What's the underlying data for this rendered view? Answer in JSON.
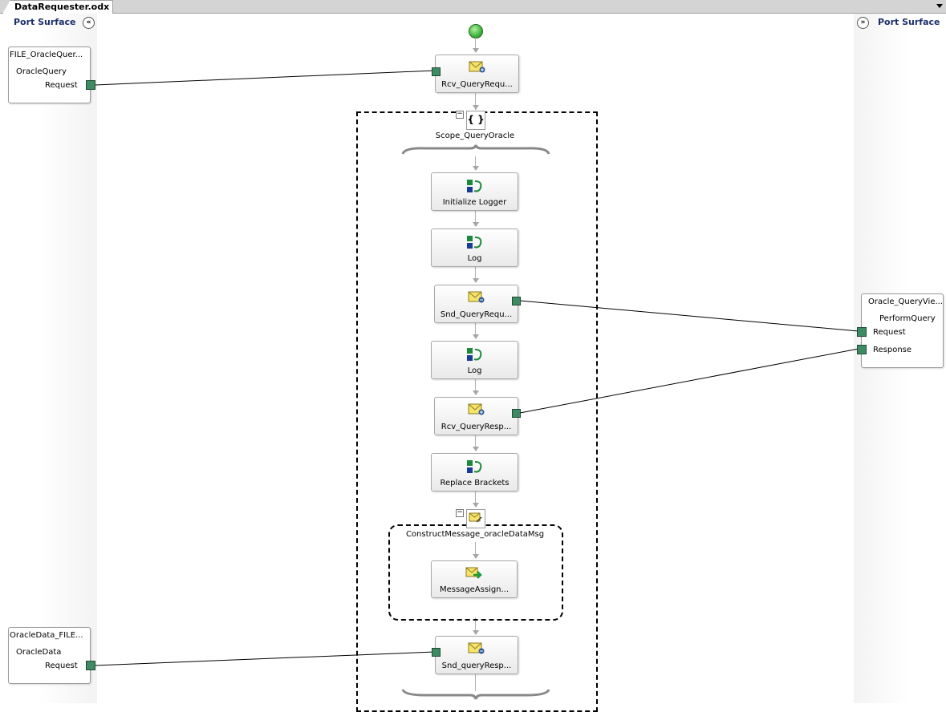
{
  "tab": {
    "label": "DataRequester.odx"
  },
  "left_port_surface": {
    "title": "Port Surface",
    "ports": [
      {
        "name": "FILE_OracleQuer...",
        "operation": "OracleQuery",
        "message": "Request"
      },
      {
        "name": "OracleData_FILE...",
        "operation": "OracleData",
        "message": "Request"
      }
    ]
  },
  "right_port_surface": {
    "title": "Port Surface",
    "ports": [
      {
        "name": "Oracle_QueryVie...",
        "operation": "PerformQuery",
        "messages": [
          "Request",
          "Response"
        ]
      }
    ]
  },
  "orchestration": {
    "receive_top": "Rcv_QueryRequ...",
    "scope_label": "Scope_QueryOracle",
    "shapes": [
      "Initialize Logger",
      "Log",
      "Snd_QueryRequ...",
      "Log",
      "Rcv_QueryResp...",
      "Replace Brackets"
    ],
    "construct_label": "ConstructMessage_oracleDataMsg",
    "message_assign": "MessageAssign...",
    "send_bottom": "Snd_queryResp..."
  },
  "icons": {
    "start": "start-icon",
    "receive": "receive-envelope-icon",
    "send": "send-envelope-icon",
    "expression": "expression-icon",
    "scope": "scope-braces-icon",
    "construct": "construct-message-icon",
    "assign": "message-assign-icon"
  },
  "colors": {
    "port_square": "#3e8a62",
    "portsurface_title": "#1c2f6b",
    "start": "#3cb43c"
  }
}
